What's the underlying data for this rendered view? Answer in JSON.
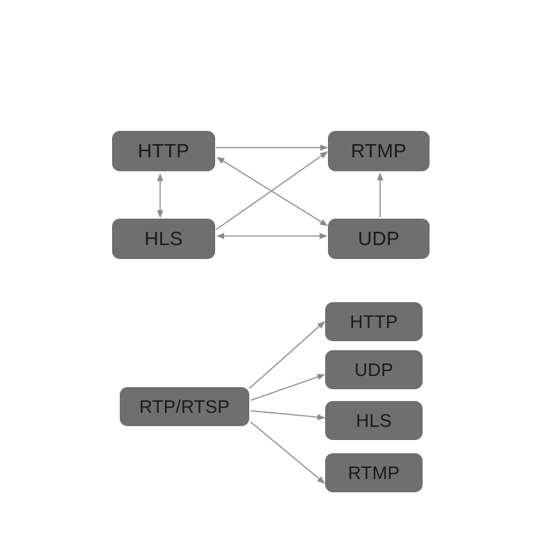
{
  "colors": {
    "node_fill": "#6f6f6f",
    "node_text": "#1a1a1a",
    "arrow": "#8a8a8a",
    "background": "#ffffff"
  },
  "top_diagram": {
    "nodes": {
      "http": "HTTP",
      "rtmp": "RTMP",
      "hls": "HLS",
      "udp": "UDP"
    },
    "edges": [
      {
        "from": "HTTP",
        "to": "RTMP",
        "direction": "forward"
      },
      {
        "from": "HTTP",
        "to": "UDP",
        "direction": "both"
      },
      {
        "from": "HLS",
        "to": "RTMP",
        "direction": "forward"
      },
      {
        "from": "HTTP",
        "to": "HLS",
        "direction": "both"
      },
      {
        "from": "HLS",
        "to": "UDP",
        "direction": "both"
      },
      {
        "from": "UDP",
        "to": "RTMP",
        "direction": "forward"
      }
    ]
  },
  "bottom_diagram": {
    "source": "RTP/RTSP",
    "targets": {
      "http": "HTTP",
      "udp": "UDP",
      "hls": "HLS",
      "rtmp": "RTMP"
    },
    "edges": [
      {
        "from": "RTP/RTSP",
        "to": "HTTP",
        "direction": "forward"
      },
      {
        "from": "RTP/RTSP",
        "to": "UDP",
        "direction": "forward"
      },
      {
        "from": "RTP/RTSP",
        "to": "HLS",
        "direction": "forward"
      },
      {
        "from": "RTP/RTSP",
        "to": "RTMP",
        "direction": "forward"
      }
    ]
  }
}
